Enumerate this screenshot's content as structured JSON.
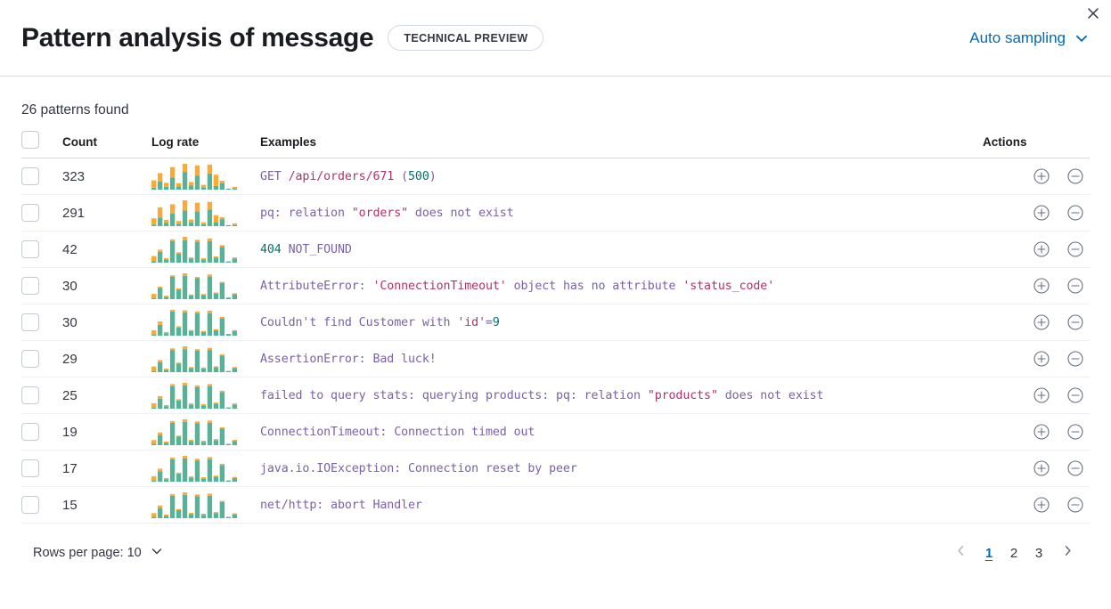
{
  "header": {
    "title": "Pattern analysis of message",
    "badge": "TECHNICAL PREVIEW",
    "sampling_label": "Auto sampling",
    "close_icon": "close-icon",
    "chevron_icon": "chevron-down-icon"
  },
  "summary": {
    "patterns_found": "26 patterns found"
  },
  "table": {
    "columns": {
      "count": "Count",
      "log_rate": "Log rate",
      "examples": "Examples",
      "actions": "Actions"
    },
    "rows": [
      {
        "count": "323",
        "example_tokens": [
          {
            "t": "GET ",
            "k": "default"
          },
          {
            "t": "/api/orders/671",
            "k": "str"
          },
          {
            "t": " (",
            "k": "default"
          },
          {
            "t": "500",
            "k": "num"
          },
          {
            "t": ")",
            "k": "default"
          }
        ],
        "sparkline": {
          "green": [
            5,
            20,
            7,
            30,
            8,
            44,
            10,
            35,
            6,
            40,
            9,
            16,
            2,
            3
          ],
          "orange": [
            18,
            21,
            10,
            26,
            8,
            20,
            9,
            25,
            6,
            22,
            28,
            6,
            0,
            4
          ]
        }
      },
      {
        "count": "291",
        "example_tokens": [
          {
            "t": "pq: relation ",
            "k": "default"
          },
          {
            "t": "\"orders\"",
            "k": "str"
          },
          {
            "t": " does not exist",
            "k": "default"
          }
        ],
        "sparkline": {
          "green": [
            4,
            22,
            8,
            32,
            6,
            40,
            9,
            38,
            5,
            42,
            10,
            18,
            2,
            3
          ],
          "orange": [
            16,
            26,
            8,
            24,
            7,
            26,
            8,
            22,
            5,
            20,
            18,
            5,
            0,
            4
          ]
        }
      },
      {
        "count": "42",
        "example_tokens": [
          {
            "t": "404",
            "k": "num"
          },
          {
            "t": " NOT_FOUND",
            "k": "default"
          }
        ],
        "sparkline": {
          "green": [
            4,
            26,
            8,
            52,
            22,
            54,
            10,
            50,
            8,
            52,
            12,
            38,
            3,
            10
          ],
          "orange": [
            12,
            5,
            2,
            4,
            3,
            8,
            2,
            5,
            2,
            6,
            3,
            4,
            0,
            2
          ]
        }
      },
      {
        "count": "30",
        "example_tokens": [
          {
            "t": "AttributeError: ",
            "k": "default"
          },
          {
            "t": "'ConnectionTimeout'",
            "k": "str"
          },
          {
            "t": " object has no attribute ",
            "k": "default"
          },
          {
            "t": "'status_code'",
            "k": "str"
          }
        ],
        "sparkline": {
          "green": [
            3,
            28,
            6,
            56,
            24,
            58,
            9,
            52,
            10,
            56,
            14,
            40,
            4,
            12
          ],
          "orange": [
            10,
            3,
            2,
            3,
            2,
            6,
            2,
            3,
            2,
            5,
            2,
            3,
            0,
            2
          ]
        }
      },
      {
        "count": "30",
        "example_tokens": [
          {
            "t": "Couldn't find Customer with ",
            "k": "default"
          },
          {
            "t": "'id'",
            "k": "str"
          },
          {
            "t": "=",
            "k": "default"
          },
          {
            "t": "9",
            "k": "num"
          }
        ],
        "sparkline": {
          "green": [
            3,
            26,
            6,
            58,
            20,
            56,
            11,
            54,
            9,
            54,
            13,
            42,
            4,
            11
          ],
          "orange": [
            10,
            8,
            2,
            4,
            2,
            5,
            2,
            4,
            2,
            6,
            2,
            3,
            0,
            2
          ]
        }
      },
      {
        "count": "29",
        "example_tokens": [
          {
            "t": "AssertionError: Bad luck!",
            "k": "default"
          }
        ],
        "sparkline": {
          "green": [
            3,
            25,
            6,
            55,
            21,
            57,
            10,
            53,
            9,
            55,
            12,
            41,
            3,
            10
          ],
          "orange": [
            11,
            5,
            2,
            4,
            2,
            7,
            2,
            4,
            2,
            5,
            2,
            3,
            0,
            2
          ]
        }
      },
      {
        "count": "25",
        "example_tokens": [
          {
            "t": "failed to query stats: querying products: pq: relation ",
            "k": "default"
          },
          {
            "t": "\"products\"",
            "k": "str"
          },
          {
            "t": " does not exist",
            "k": "default"
          }
        ],
        "sparkline": {
          "green": [
            3,
            24,
            6,
            54,
            20,
            56,
            10,
            52,
            8,
            54,
            12,
            40,
            3,
            10
          ],
          "orange": [
            10,
            6,
            2,
            5,
            2,
            6,
            2,
            4,
            2,
            5,
            2,
            3,
            0,
            2
          ]
        }
      },
      {
        "count": "19",
        "example_tokens": [
          {
            "t": "ConnectionTimeout: Connection timed out",
            "k": "default"
          }
        ],
        "sparkline": {
          "green": [
            3,
            24,
            6,
            53,
            20,
            55,
            10,
            52,
            8,
            53,
            12,
            39,
            3,
            10
          ],
          "orange": [
            9,
            6,
            2,
            4,
            2,
            6,
            2,
            4,
            2,
            5,
            2,
            3,
            0,
            2
          ]
        }
      },
      {
        "count": "17",
        "example_tokens": [
          {
            "t": "java.io.IOException: Connection reset by peer",
            "k": "default"
          }
        ],
        "sparkline": {
          "green": [
            3,
            25,
            6,
            54,
            19,
            56,
            10,
            51,
            8,
            54,
            12,
            40,
            3,
            9
          ],
          "orange": [
            10,
            6,
            2,
            4,
            2,
            6,
            2,
            4,
            2,
            5,
            2,
            3,
            0,
            2
          ]
        }
      },
      {
        "count": "15",
        "example_tokens": [
          {
            "t": "net/http: abort Handler",
            "k": "default"
          }
        ],
        "sparkline": {
          "green": [
            3,
            24,
            6,
            53,
            19,
            55,
            10,
            52,
            8,
            53,
            12,
            38,
            3,
            9
          ],
          "orange": [
            9,
            6,
            2,
            4,
            2,
            6,
            2,
            4,
            2,
            5,
            2,
            3,
            0,
            2
          ]
        }
      }
    ]
  },
  "footer": {
    "rows_per_page": "Rows per page: 10",
    "pages": [
      "1",
      "2",
      "3"
    ],
    "active_page": "1",
    "prev_icon": "chevron-left-icon",
    "next_icon": "chevron-right-icon"
  },
  "colors": {
    "accent": "#006bb8",
    "spark_green": "#54b399",
    "spark_orange": "#fdaa33",
    "token_default": "#7b61a8",
    "token_string": "#b0326c",
    "token_number": "#00726b"
  }
}
